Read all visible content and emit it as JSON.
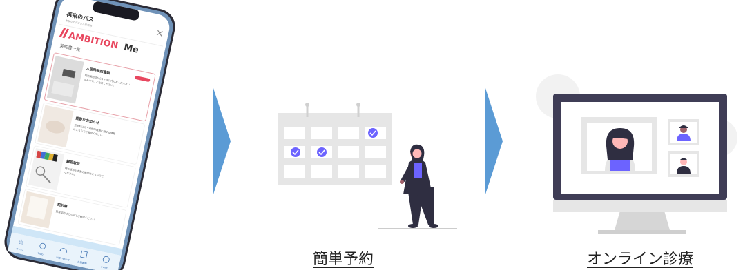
{
  "phone": {
    "app_title": "再来のパス",
    "app_subtitle": "あなたのデジタル診察券",
    "brand_name": "AMBITION",
    "brand_suffix": "Me",
    "list_title": "契約書一覧",
    "cards": [
      {
        "title": "入居時確認書類",
        "desc_1": "契約開始日から1ヶ月以内にお入力ださい",
        "desc_2": "せんので、ご注意ください。",
        "badge": true
      },
      {
        "title": "重要なお知らせ",
        "desc_1": "更新料込み・退館時費用に関する情報",
        "desc_2": "はこちらでご確認ください。",
        "badge": false
      },
      {
        "title": "鍵受取証",
        "desc_1": "鍵の返却と本数の確認はこちらでご",
        "desc_2": "ください。",
        "badge": false
      },
      {
        "title": "契約書",
        "desc_1": "賃貸契約はこちらでご確認ください。",
        "desc_2": "",
        "badge": false
      }
    ],
    "tabs": [
      {
        "label": "ホーム",
        "icon": "star-icon"
      },
      {
        "label": "ToDo",
        "icon": "lightbulb-icon"
      },
      {
        "label": "お問い合わせ",
        "icon": "headset-icon"
      },
      {
        "label": "各種書類",
        "icon": "document-icon"
      },
      {
        "label": "その他",
        "icon": "more-icon"
      }
    ]
  },
  "steps": {
    "booking_label": "簡単予約",
    "online_label": "オンライン診療"
  },
  "colors": {
    "arrow": "#5b9bd5",
    "accent": "#6c63ff",
    "brand": "#e8475f",
    "frame": "#3f3d56",
    "gray": "#e6e6e6"
  }
}
